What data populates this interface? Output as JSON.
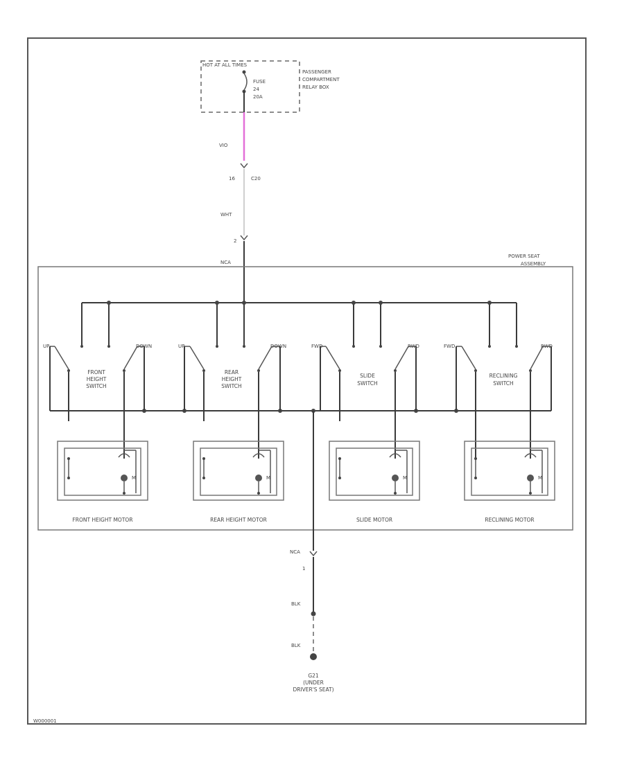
{
  "colors": {
    "wire_pink": "#e36fd8",
    "wire": "#3a3a3a",
    "box": "#777777"
  },
  "fuse": {
    "hot_label": "HOT AT ALL TIMES",
    "fuse_label": "FUSE",
    "fuse_number": "24",
    "fuse_amps": "20A",
    "relay_box": [
      "PASSENGER",
      "COMPARTMENT",
      "RELAY BOX"
    ]
  },
  "wires": {
    "vio": "VIO",
    "connector_pin": "16",
    "connector_id": "C20",
    "wht": "WHT",
    "pin2": "2",
    "nca_top": "NCA",
    "nca_bottom": "NCA",
    "pin1": "1",
    "blk1": "BLK",
    "blk2": "BLK"
  },
  "assembly": [
    "POWER SEAT",
    "ASSEMBLY"
  ],
  "switches": [
    {
      "left": "UP",
      "right": "DOWN",
      "name": [
        "FRONT",
        "HEIGHT",
        "SWITCH"
      ]
    },
    {
      "left": "UP",
      "right": "DOWN",
      "name": [
        "REAR",
        "HEIGHT",
        "SWITCH"
      ]
    },
    {
      "left": "FWD",
      "right": "RWD",
      "name": [
        "SLIDE",
        "SWITCH"
      ]
    },
    {
      "left": "FWD",
      "right": "RWD",
      "name": [
        "RECLINING",
        "SWITCH"
      ]
    }
  ],
  "motors": [
    "FRONT HEIGHT MOTOR",
    "REAR HEIGHT MOTOR",
    "SLIDE MOTOR",
    "RECLINING MOTOR"
  ],
  "ground": [
    "G21",
    "(UNDER",
    "DRIVER'S SEAT)"
  ],
  "footer_code": "W000001"
}
